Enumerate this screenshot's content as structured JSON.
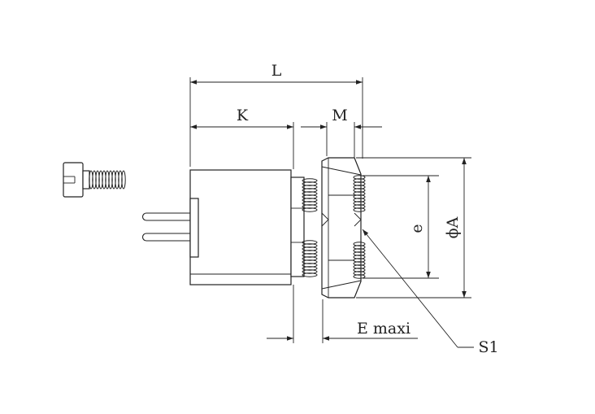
{
  "dimensions": {
    "L": "L",
    "K": "K",
    "M": "M",
    "e": "e",
    "A": "ϕA",
    "E": "E maxi",
    "S1": "S1"
  },
  "colors": {
    "line": "#222222",
    "background": "#ffffff"
  }
}
